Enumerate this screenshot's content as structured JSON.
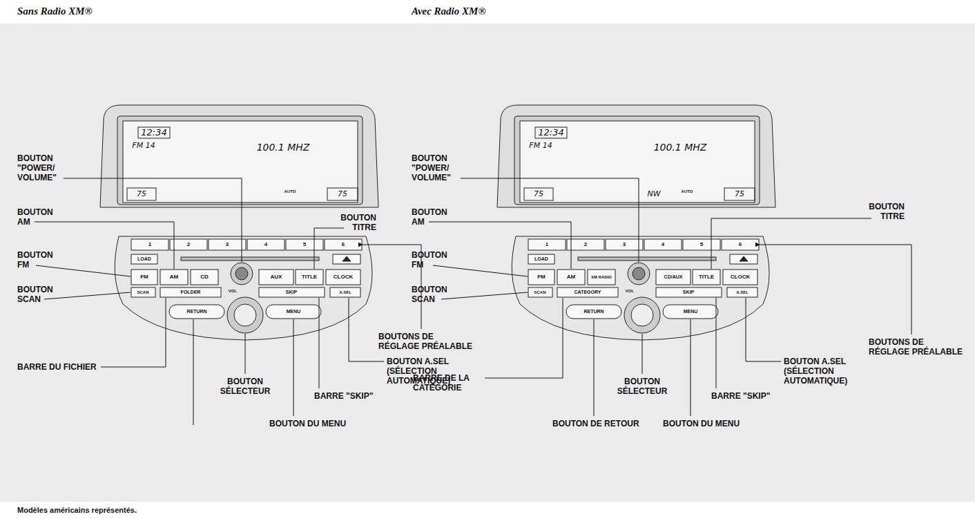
{
  "diagram": {
    "caption": "Modèles américains représentés.",
    "labels": [
      "Sans Radio XM®",
      "Avec Radio XM®",
      "BOUTON \"POWER/ VOLUME\"",
      "BOUTON AM",
      "BOUTON FM",
      "BOUTON SCAN",
      "BARRE DU FICHIER",
      "BOUTON SÉLECTEUR",
      "BOUTON DU MENU",
      "BARRE \"SKIP\"",
      "BOUTON A.SEL (SÉLECTION AUTOMATIQUE)",
      "BOUTONS DE RÉGLAGE PRÉALABLE",
      "BOUTON TITRE",
      "BOUTON \"POWER/ VOLUME\"",
      "BOUTON AM",
      "BOUTON FM",
      "BOUTON SCAN",
      "BARRE DE LA CATÉGORIE",
      "BOUTON SÉLECTEUR",
      "BARRE \"SKIP\"",
      "BOUTON A.SEL (SÉLECTION AUTOMATIQUE)",
      "BOUTONS DE RÉGLAGE PRÉALABLE",
      "BOUTON TITRE",
      "BOUTON DE RETOUR",
      "BOUTON DU MENU",
      "12:34",
      "FM 14",
      "100.1 MHZ",
      "AUTO",
      "75",
      "75",
      "1",
      "2",
      "3",
      "4",
      "5",
      "6",
      "LOAD",
      "FM",
      "AM",
      "CD",
      "AUX",
      "TITLE",
      "CLOCK",
      "VOL",
      "SCAN",
      "FOLDER",
      "SKIP",
      "A.SEL",
      "RETURN",
      "MENU",
      "12:34",
      "FM 14",
      "100.1 MHZ",
      "AUTO",
      "75",
      "NW",
      "75",
      "1",
      "2",
      "3",
      "4",
      "5",
      "6",
      "LOAD",
      "FM",
      "AM",
      "XM RADIO",
      "CD/AUX",
      "TITLE",
      "CLOCK",
      "VOL",
      "SCAN",
      "CATEGORY",
      "SKIP",
      "A.SEL",
      "RETURN",
      "MENU"
    ]
  }
}
